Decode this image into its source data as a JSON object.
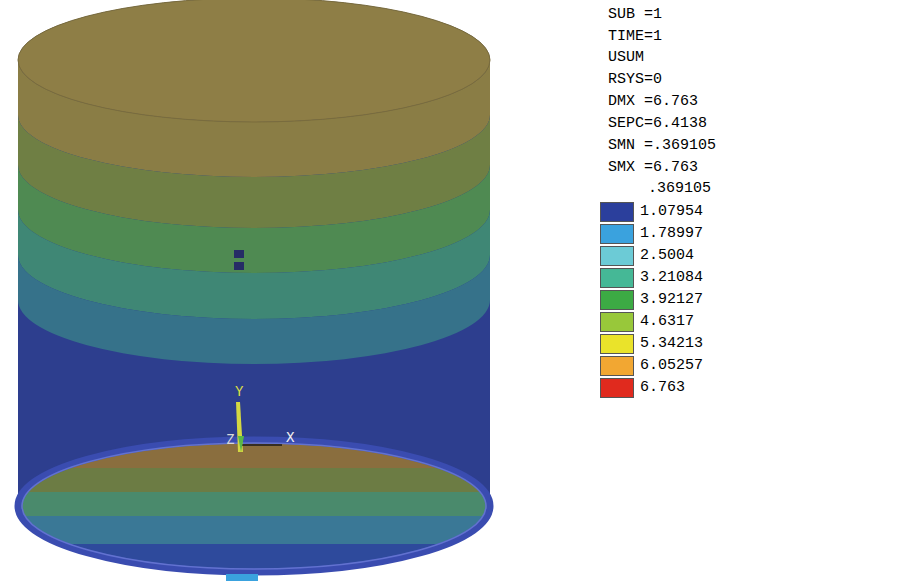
{
  "diagram": {
    "labels": [
      "SUB =1",
      "TIME=1",
      "USUM",
      "RSYS=0",
      "DMX =6.763",
      "SEPC=6.4138",
      "SMN =.369105",
      "SMX =6.763",
      ".369105",
      "Y",
      "Z",
      "X"
    ],
    "legend": [
      {
        "text": "1.07954",
        "color": "#2b3f9c"
      },
      {
        "text": "1.78997",
        "color": "#3aa2de"
      },
      {
        "text": "2.5004",
        "color": "#6ccbd6"
      },
      {
        "text": "3.21084",
        "color": "#45b896"
      },
      {
        "text": "3.92127",
        "color": "#3caa44"
      },
      {
        "text": "4.6317",
        "color": "#98c83a"
      },
      {
        "text": "5.34213",
        "color": "#eae32a"
      },
      {
        "text": "6.05257",
        "color": "#f2a732"
      },
      {
        "text": "6.763",
        "color": "#e02a1e"
      }
    ]
  }
}
